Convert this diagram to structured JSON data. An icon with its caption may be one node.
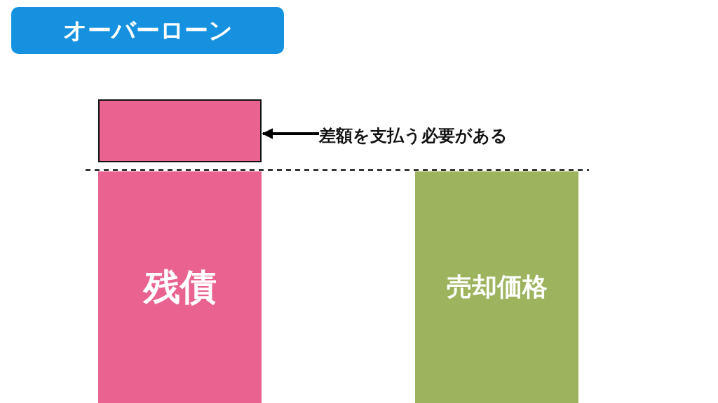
{
  "diagram": {
    "title": "オーバーローン",
    "nodes": [
      {
        "text": [],
        "shape": "box"
      },
      {
        "text": [
          "差額を支払う必要がある"
        ]
      },
      {
        "text": [
          "残債"
        ]
      },
      {
        "text": [
          "売却価格"
        ]
      }
    ],
    "edges": [
      {
        "from": 1,
        "to": 0,
        "arrow": "to"
      }
    ]
  }
}
